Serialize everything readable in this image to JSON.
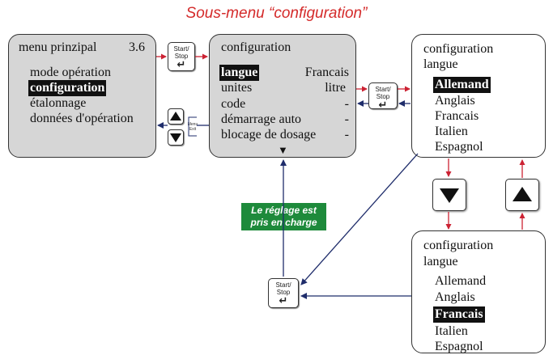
{
  "title": "Sous-menu “configuration”",
  "main_menu": {
    "title": "menu prinzipal",
    "version": "3.6",
    "items": [
      "mode opération",
      "configuration",
      "étalonnage",
      "données d'opération"
    ],
    "selected": "configuration"
  },
  "config_menu": {
    "title": "configuration",
    "rows": [
      {
        "label": "langue",
        "value": "Francais"
      },
      {
        "label": "unites",
        "value": "litre"
      },
      {
        "label": "code",
        "value": "-"
      },
      {
        "label": "démarrage auto",
        "value": "-"
      },
      {
        "label": "blocage de dosage",
        "value": "-"
      }
    ],
    "selected": "langue",
    "scroll_indicator": "▼"
  },
  "lang_menu_top": {
    "title_line1": "configuration",
    "title_line2": "langue",
    "items": [
      "Allemand",
      "Anglais",
      "Francais",
      "Italien",
      "Espagnol"
    ],
    "selected": "Allemand"
  },
  "lang_menu_bottom": {
    "title_line1": "configuration",
    "title_line2": "langue",
    "items": [
      "Allemand",
      "Anglais",
      "Francais",
      "Italien",
      "Espagnol"
    ],
    "selected": "Francais"
  },
  "buttons": {
    "start_line1": "Start/",
    "start_line2": "Stop",
    "enter_glyph": "↵",
    "menu_exit_line1": "Menu",
    "menu_exit_line2": "Exit",
    "up_glyph": "▲",
    "down_glyph": "▼"
  },
  "note": {
    "line1": "Le réglage est",
    "line2": "pris en charge"
  },
  "colors": {
    "title": "#d42a2a",
    "arrow_red": "#cc2233",
    "arrow_blue": "#1f2d6b",
    "note_bg": "#1e8a3b",
    "panel_gray": "#d6d6d6"
  }
}
